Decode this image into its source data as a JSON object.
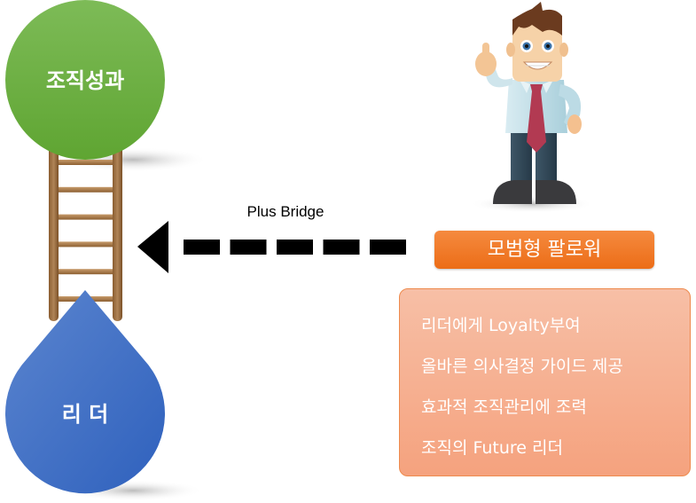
{
  "diagram": {
    "top_circle": {
      "label": "조직성과",
      "color": "#6aaa3c"
    },
    "bottom_drop": {
      "label": "리 더",
      "color": "#3f6fc6"
    },
    "ladder": {
      "rungs": 6,
      "color": "#9b6b3a"
    },
    "arrow": {
      "label": "Plus Bridge",
      "direction": "left",
      "style": "dashed",
      "dash_count": 5
    },
    "follower": {
      "figure": "thumbs-up-businessman",
      "role_label": "모범형 팔로워",
      "role_color": "#ef7b2a",
      "traits": [
        "리더에게 Loyalty부여",
        "올바른 의사결정 가이드 제공",
        "효과적 조직관리에 조력",
        "조직의 Future 리더"
      ],
      "traits_color": "#f6b395"
    }
  }
}
